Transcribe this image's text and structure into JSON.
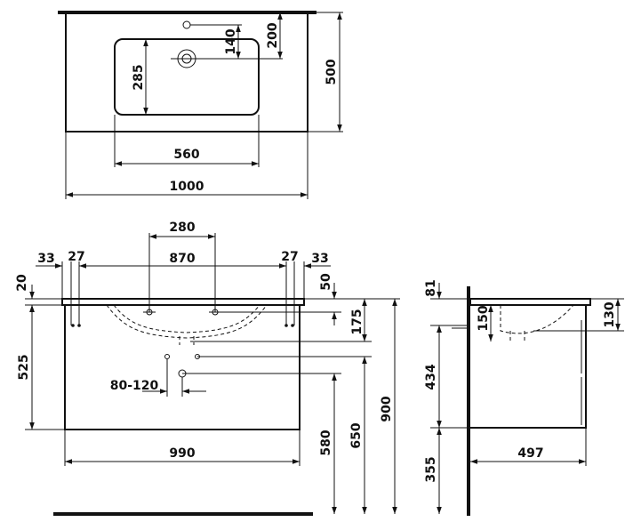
{
  "top_view": {
    "dims": {
      "tap_hole_offset": "140",
      "tap_hole_to_back": "200",
      "basin_depth": "285",
      "overall_depth": "500",
      "basin_width": "560",
      "overall_width": "1000"
    }
  },
  "front_view": {
    "dims": {
      "tap_hole_spacing": "280",
      "edge_left": "33",
      "leg_left": "27",
      "fixing_spacing": "870",
      "leg_right": "27",
      "edge_right": "33",
      "top_thickness": "20",
      "fixing_height": "50",
      "tap_rim_drop": "175",
      "cabinet_height": "525",
      "waste_range": "80-120",
      "cabinet_width": "990",
      "waste_height": "580",
      "supply_height": "650",
      "total_height": "900"
    }
  },
  "side_view": {
    "dims": {
      "rim_height": "81",
      "bowl_depth": "150",
      "overflow_drop": "130",
      "drawer_height": "434",
      "floor_clearance": "355",
      "cabinet_depth": "497"
    }
  }
}
